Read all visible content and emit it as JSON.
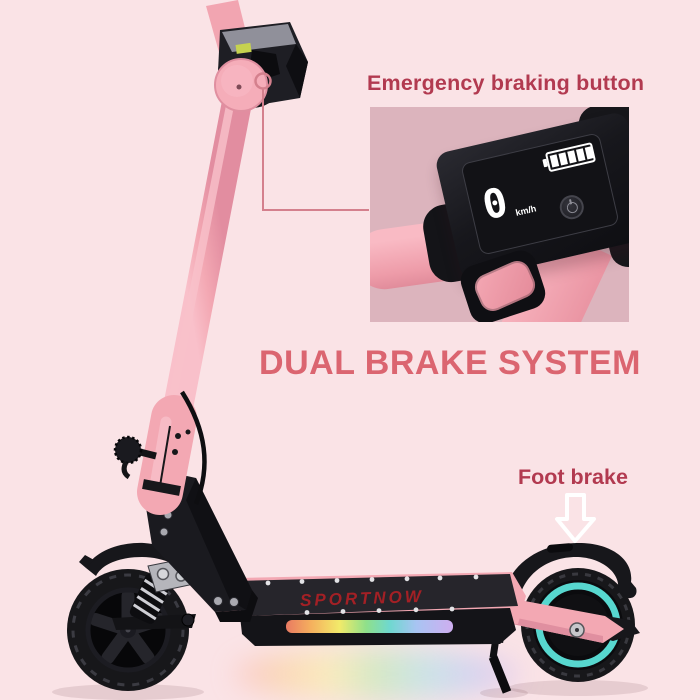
{
  "annotations": {
    "emergency_braking_label": "Emergency braking button",
    "dual_brake_title": "DUAL BRAKE SYSTEM",
    "foot_brake_label": "Foot brake"
  },
  "inset_display": {
    "speed_value": "0",
    "speed_unit": "km/h",
    "battery_segments": 5
  },
  "scooter": {
    "brand_logo": "SPORTNOW"
  },
  "colors": {
    "page_background": "#fae3e6",
    "inset_background": "#dcb4bd",
    "label_maroon": "#b23a50",
    "title_coral": "#db6570",
    "frame_pink": "#f3a8b3",
    "deck_black": "#17171a",
    "wheel_ring_teal": "#57d7cf",
    "brand_red": "#a32025",
    "connector_pink": "#d4808d",
    "arrow_white": "#ffffff"
  }
}
